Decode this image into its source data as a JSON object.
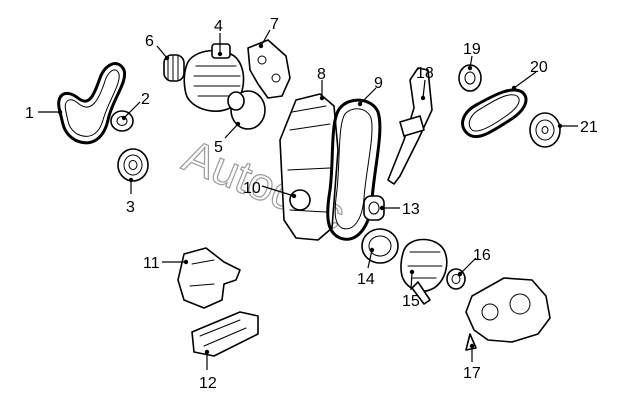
{
  "watermark": {
    "text": "Autodoc"
  },
  "callouts": [
    {
      "id": "1",
      "label": "1"
    },
    {
      "id": "2",
      "label": "2"
    },
    {
      "id": "3",
      "label": "3"
    },
    {
      "id": "4",
      "label": "4"
    },
    {
      "id": "5",
      "label": "5"
    },
    {
      "id": "6",
      "label": "6"
    },
    {
      "id": "7",
      "label": "7"
    },
    {
      "id": "8",
      "label": "8"
    },
    {
      "id": "9",
      "label": "9"
    },
    {
      "id": "10",
      "label": "10"
    },
    {
      "id": "11",
      "label": "11"
    },
    {
      "id": "12",
      "label": "12"
    },
    {
      "id": "13",
      "label": "13"
    },
    {
      "id": "14",
      "label": "14"
    },
    {
      "id": "15",
      "label": "15"
    },
    {
      "id": "16",
      "label": "16"
    },
    {
      "id": "17",
      "label": "17"
    },
    {
      "id": "18",
      "label": "18"
    },
    {
      "id": "19",
      "label": "19"
    },
    {
      "id": "20",
      "label": "20"
    },
    {
      "id": "21",
      "label": "21"
    }
  ]
}
